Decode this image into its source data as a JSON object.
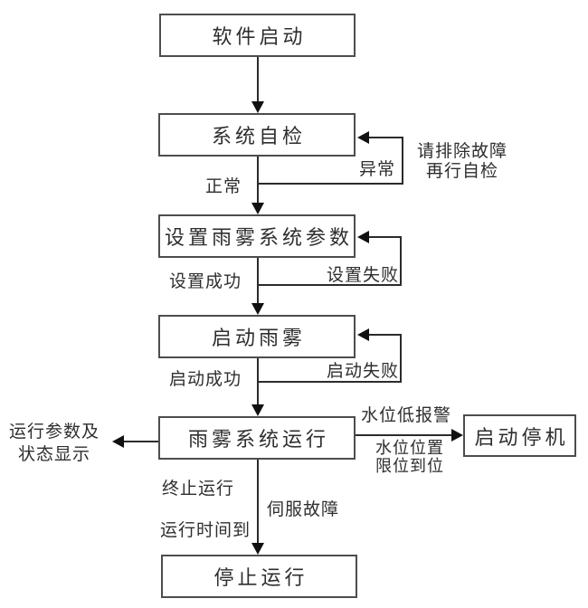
{
  "diagram": {
    "title": "rain-fog system software flowchart",
    "nodes": {
      "software_start": "软件启动",
      "system_self_check": "系统自检",
      "set_params": "设置雨雾系统参数",
      "start_rainfog": "启动雨雾",
      "system_running": "雨雾系统运行",
      "stop_running": "停止运行",
      "start_shutdown": "启动停机"
    },
    "edge_labels": {
      "normal": "正常",
      "abnormal": "异常",
      "troubleshoot": [
        "请排除故障",
        "再行自检"
      ],
      "set_success": "设置成功",
      "set_fail": "设置失败",
      "start_success": "启动成功",
      "start_fail": "启动失败",
      "params_display": [
        "运行参数及",
        "状态显示"
      ],
      "low_water_alarm": "水位低报警",
      "water_limit": [
        "水位位置",
        "限位到位"
      ],
      "terminate_run": "终止运行",
      "run_time_up": "运行时间到",
      "servo_fault": "伺服故障"
    },
    "colors": {
      "background": "#ffffff",
      "box_border": "#4d4d4d",
      "line": "#2b2b2b",
      "arrow": "#111111",
      "text": "#2e2e2e"
    }
  }
}
